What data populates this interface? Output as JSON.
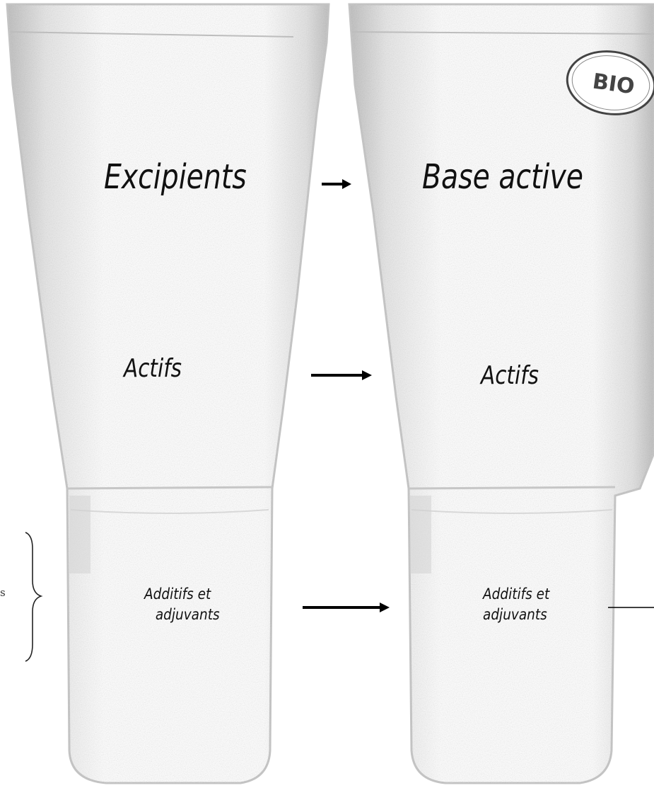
{
  "left_tube": {
    "top_label": "Excipients",
    "middle_label": "Actifs",
    "bottom_label_line1": "Additifs et",
    "bottom_label_line2": "adjuvants"
  },
  "right_tube": {
    "badge_text": "BIO",
    "top_label": "Base active",
    "middle_label": "Actifs",
    "bottom_label_line1": "Additifs et",
    "bottom_label_line2": "adjuvants"
  },
  "left_edge_fragment": "s",
  "colors": {
    "tube_shadow": "#c9c9c9",
    "tube_body": "#ffffff",
    "arrow": "#000000",
    "text": "#111111"
  }
}
